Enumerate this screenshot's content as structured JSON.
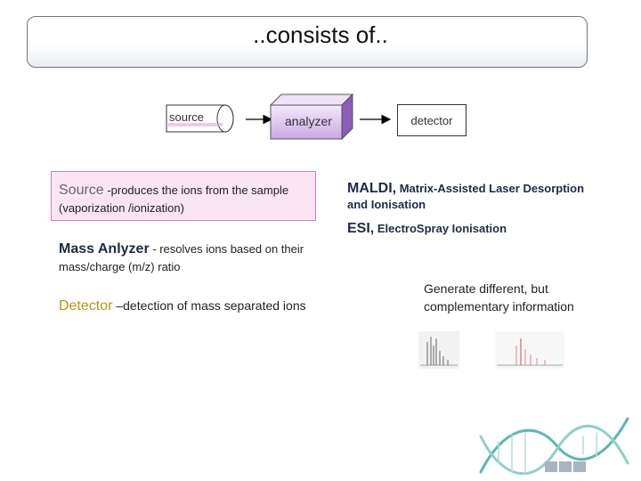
{
  "title": "..consists of..",
  "flow": {
    "source": "source",
    "analyzer": "analyzer",
    "detector": "detector"
  },
  "source_desc": {
    "term": "Source",
    "text": " -produces the ions from the sample",
    "line2": "(vaporization /ionization)"
  },
  "maldi": {
    "abbr": "MALDI,",
    "text": " Matrix-Assisted Laser Desorption",
    "line2": "and Ionisation"
  },
  "esi": {
    "abbr": "ESI,",
    "text": " ElectroSpray Ionisation"
  },
  "mass_analyzer": {
    "term": "Mass Anlyzer",
    "text": " - resolves ions based on their",
    "line2": "mass/charge (m/z) ratio"
  },
  "detector_desc": {
    "term": "Detector",
    "text": " –detection of mass separated ions"
  },
  "complementary": {
    "line1": "Generate different, but",
    "line2": "complementary information"
  },
  "colors": {
    "pink_box": "#fbe4f3",
    "detector_term": "#b09a10",
    "dna_teal": "#5bb7b0"
  },
  "icons": [
    "dna-logo-icon",
    "spectrum-thumbnail"
  ]
}
